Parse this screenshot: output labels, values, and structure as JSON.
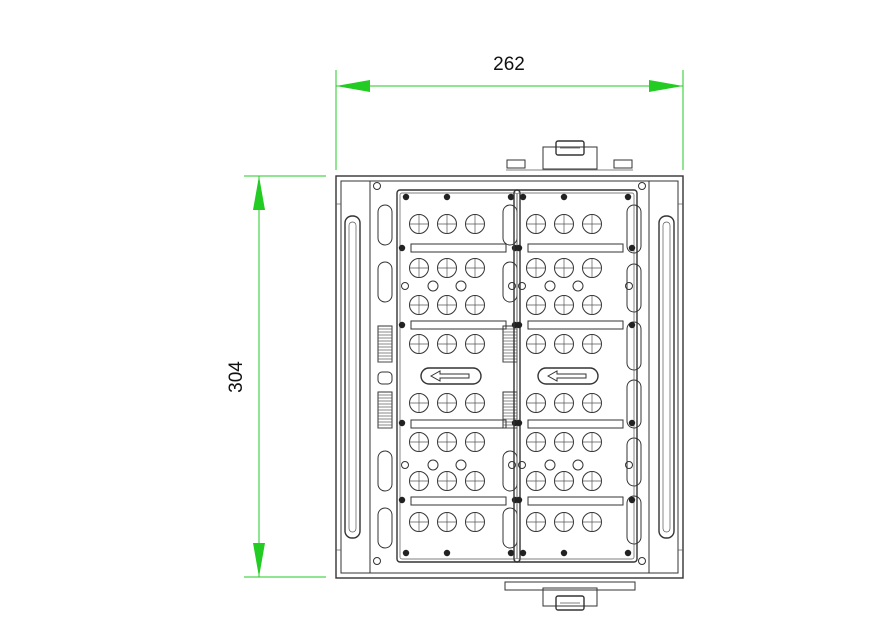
{
  "drawing": {
    "dimensions": {
      "width_label": "262",
      "height_label": "304"
    },
    "colors": {
      "dimension_lines": "#22cc22",
      "outline": "#333333",
      "background": "#ffffff"
    },
    "lens_modules": 2,
    "arrow_direction": "left"
  }
}
